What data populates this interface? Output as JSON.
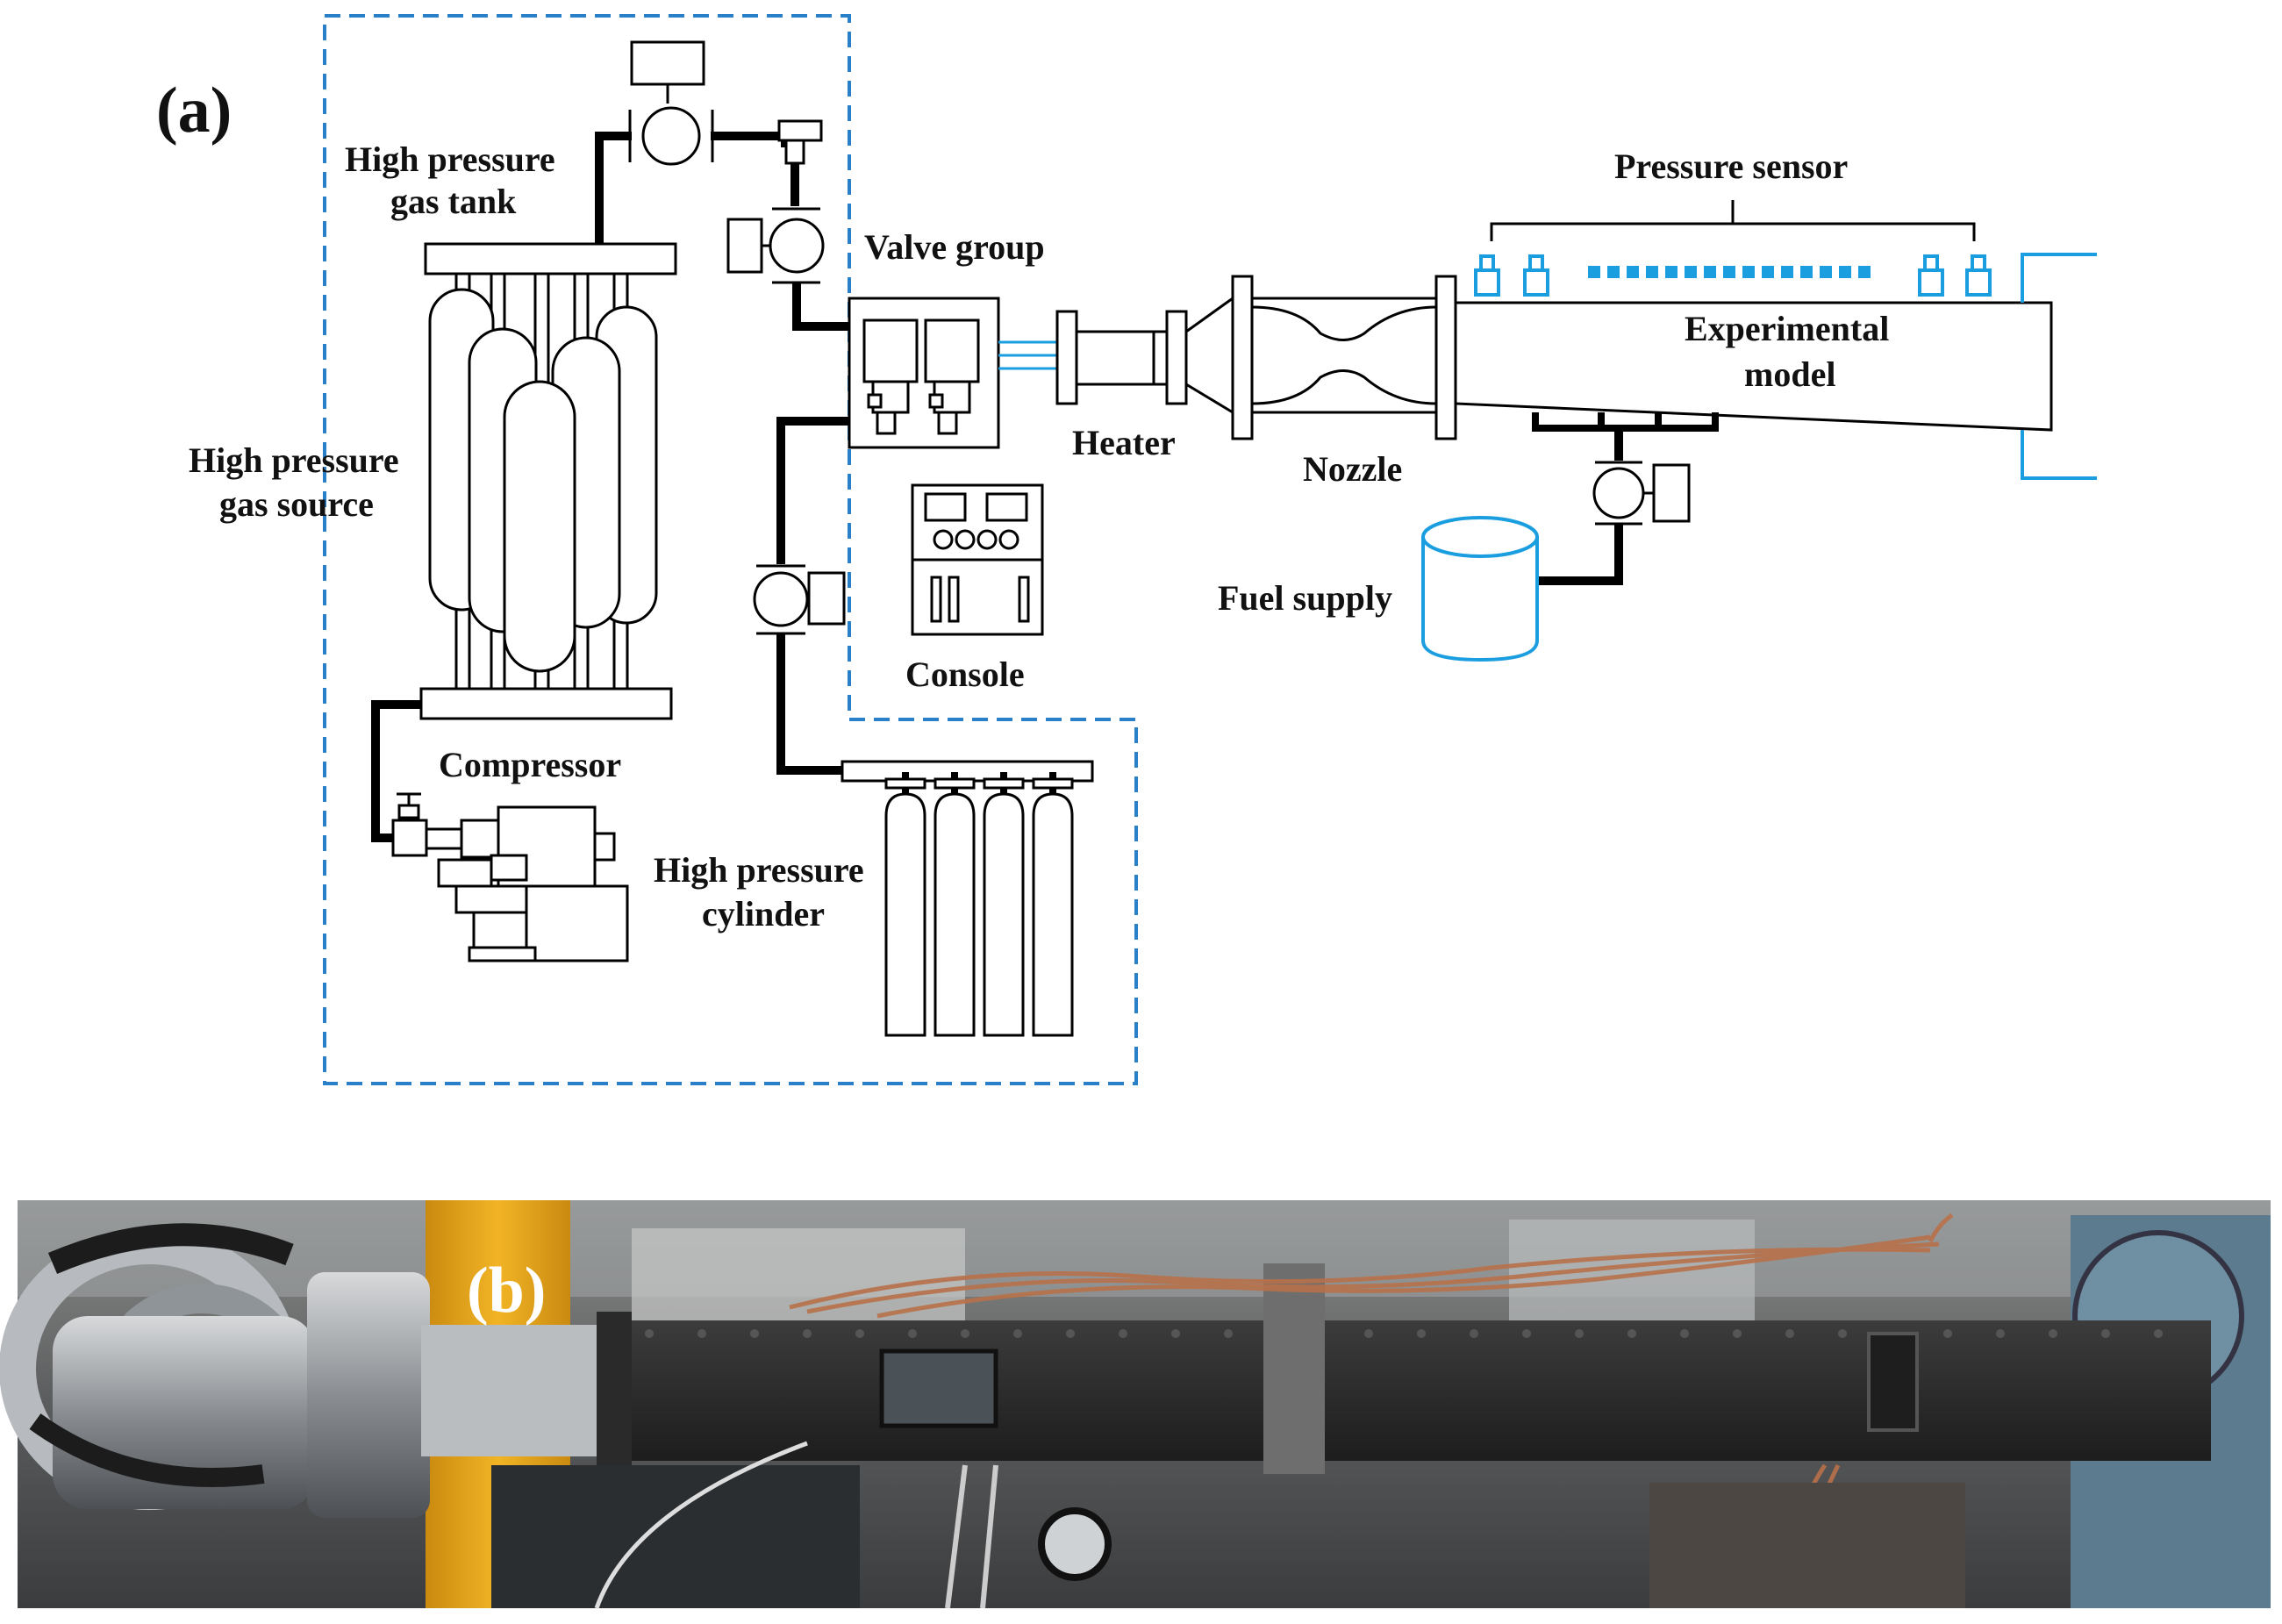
{
  "panel_a": {
    "label": "(a)",
    "components": {
      "high_pressure_gas_tank": [
        "High pressure",
        "gas tank"
      ],
      "high_pressure_gas_source": [
        "High pressure",
        "gas source"
      ],
      "compressor": [
        "Compressor"
      ],
      "valve_group": [
        "Valve group"
      ],
      "console": [
        "Console"
      ],
      "high_pressure_cylinder": [
        "High pressure",
        "cylinder"
      ],
      "heater": [
        "Heater"
      ],
      "nozzle": [
        "Nozzle"
      ],
      "pressure_sensor": [
        "Pressure sensor"
      ],
      "experimental_model": [
        "Experimental",
        "model"
      ],
      "fuel_supply": [
        "Fuel supply"
      ]
    },
    "colors": {
      "pipe": "#000000",
      "dashed_boundary": "#2a7fc9",
      "sensor": "#1a9ee0",
      "fuel_tank": "#1a9ee0"
    }
  },
  "panel_b": {
    "label": "(b)",
    "colors": {
      "label": "#ffffff",
      "rig_body": "#2b2b2b",
      "wires": "#b8714a",
      "yellow_pillar": "#e8a417"
    }
  }
}
